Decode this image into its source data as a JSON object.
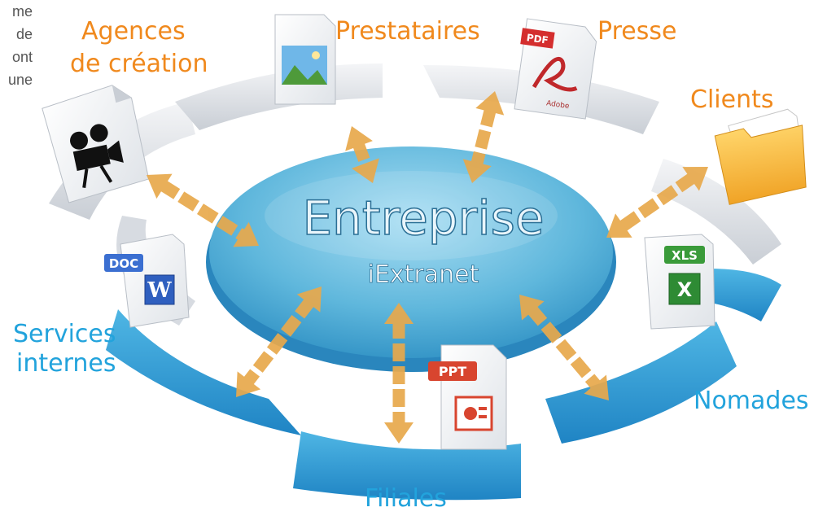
{
  "side_text": [
    "me",
    "de",
    "ont",
    "une"
  ],
  "center": {
    "title": "Entreprise",
    "subtitle": "iExtranet"
  },
  "labels": {
    "agences_1": "Agences",
    "agences_2": "de création",
    "prestataires": "Prestataires",
    "presse": "Presse",
    "clients": "Clients",
    "services_1": "Services",
    "services_2": "internes",
    "nomades": "Nomades",
    "filiales": "Filiales"
  },
  "badges": {
    "doc": "DOC",
    "xls": "XLS",
    "ppt": "PPT",
    "pdf": "PDF",
    "adobe": "Adobe"
  },
  "colors": {
    "orange": "#f0891d",
    "blue": "#22a3dc",
    "arrow": "#e8a94c",
    "disc": "#4aa9d2"
  }
}
